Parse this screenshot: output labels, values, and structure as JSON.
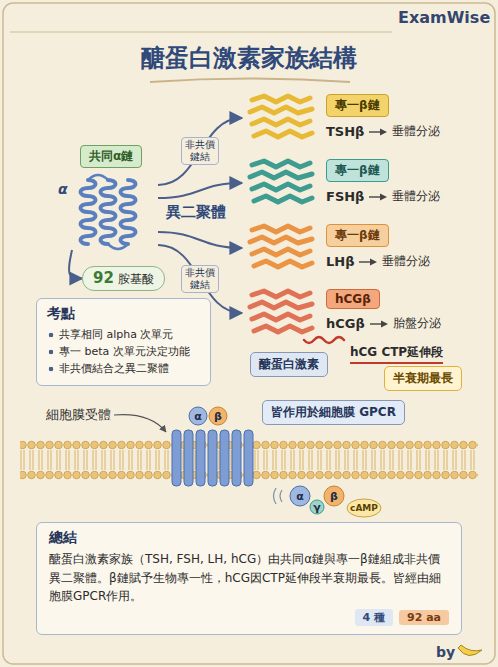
{
  "diagram": {
    "title": "醣蛋白激素家族結構",
    "nodes": [
      {
        "text": [
          "共同α鏈",
          "α"
        ]
      },
      {
        "text": [
          "92",
          "胺基酸"
        ]
      },
      {
        "text": [
          "專一β鏈",
          "TSHβ",
          "垂體分泌"
        ]
      },
      {
        "text": [
          "專一β鏈",
          "FSHβ",
          "垂體分泌"
        ]
      },
      {
        "text": [
          "專一β鏈",
          "LHβ",
          "垂體分泌"
        ]
      },
      {
        "text": [
          "hCGβ",
          "hCGβ",
          "胎盤分泌"
        ]
      },
      {
        "text": [
          "考點",
          "共享相同 alpha 次單元",
          "專一 beta 次單元決定功能",
          "非共價結合之異二聚體"
        ]
      },
      {
        "text": [
          "醣蛋白激素"
        ]
      },
      {
        "text": [
          "半衰期最長"
        ]
      },
      {
        "text": [
          "皆作用於細胞膜 GPCR"
        ]
      },
      {
        "text": [
          "總結",
          "醣蛋白激素家族（TSH, FSH, LH, hCG）由共同α鏈與專一β鏈組成非共價異二聚體。β鏈賦予生物專一性，hCG因CTP延伸段半衰期最長。皆經由細胞膜GPCR作用。"
        ]
      },
      {
        "text": [
          "4 種"
        ],
        "in": 10
      },
      {
        "text": [
          "92 aa"
        ],
        "in": 10
      }
    ],
    "edges": [
      {
        "from": 0,
        "to": 1,
        "arrow": "to"
      },
      {
        "from": 0,
        "to": 2,
        "label": "非共價鍵結",
        "arrow": "to"
      },
      {
        "from": 0,
        "to": 3,
        "arrow": "to"
      },
      {
        "from": 0,
        "to": 4,
        "arrow": "to"
      },
      {
        "from": 0,
        "to": 5,
        "label": "非共價鍵結",
        "arrow": "to"
      }
    ],
    "labels": [
      "ExamWise",
      "異二聚體",
      "hCG CTP延伸段",
      "細胞膜受體",
      "α",
      "β",
      "α",
      "γ",
      "β",
      "cAMP",
      "by"
    ]
  }
}
